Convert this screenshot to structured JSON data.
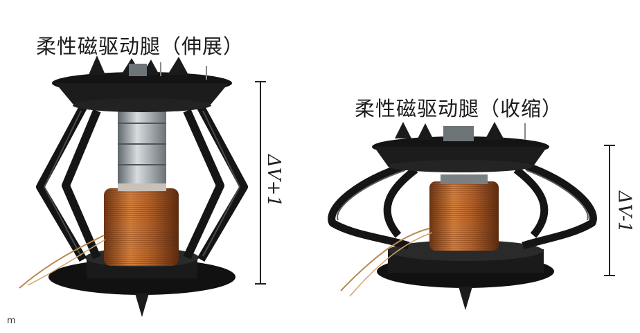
{
  "captions": {
    "extended": "柔性磁驱动腿（伸展）",
    "contracted": "柔性磁驱动腿（收缩）"
  },
  "dimensions": {
    "extended_label": "ΔV+1",
    "contracted_label": "ΔV-1"
  },
  "corner_mark": "m",
  "colors": {
    "frame": "#1b1b1b",
    "copper": "#b8652a",
    "magnet": "#9aa3a8",
    "background": "#ffffff"
  }
}
